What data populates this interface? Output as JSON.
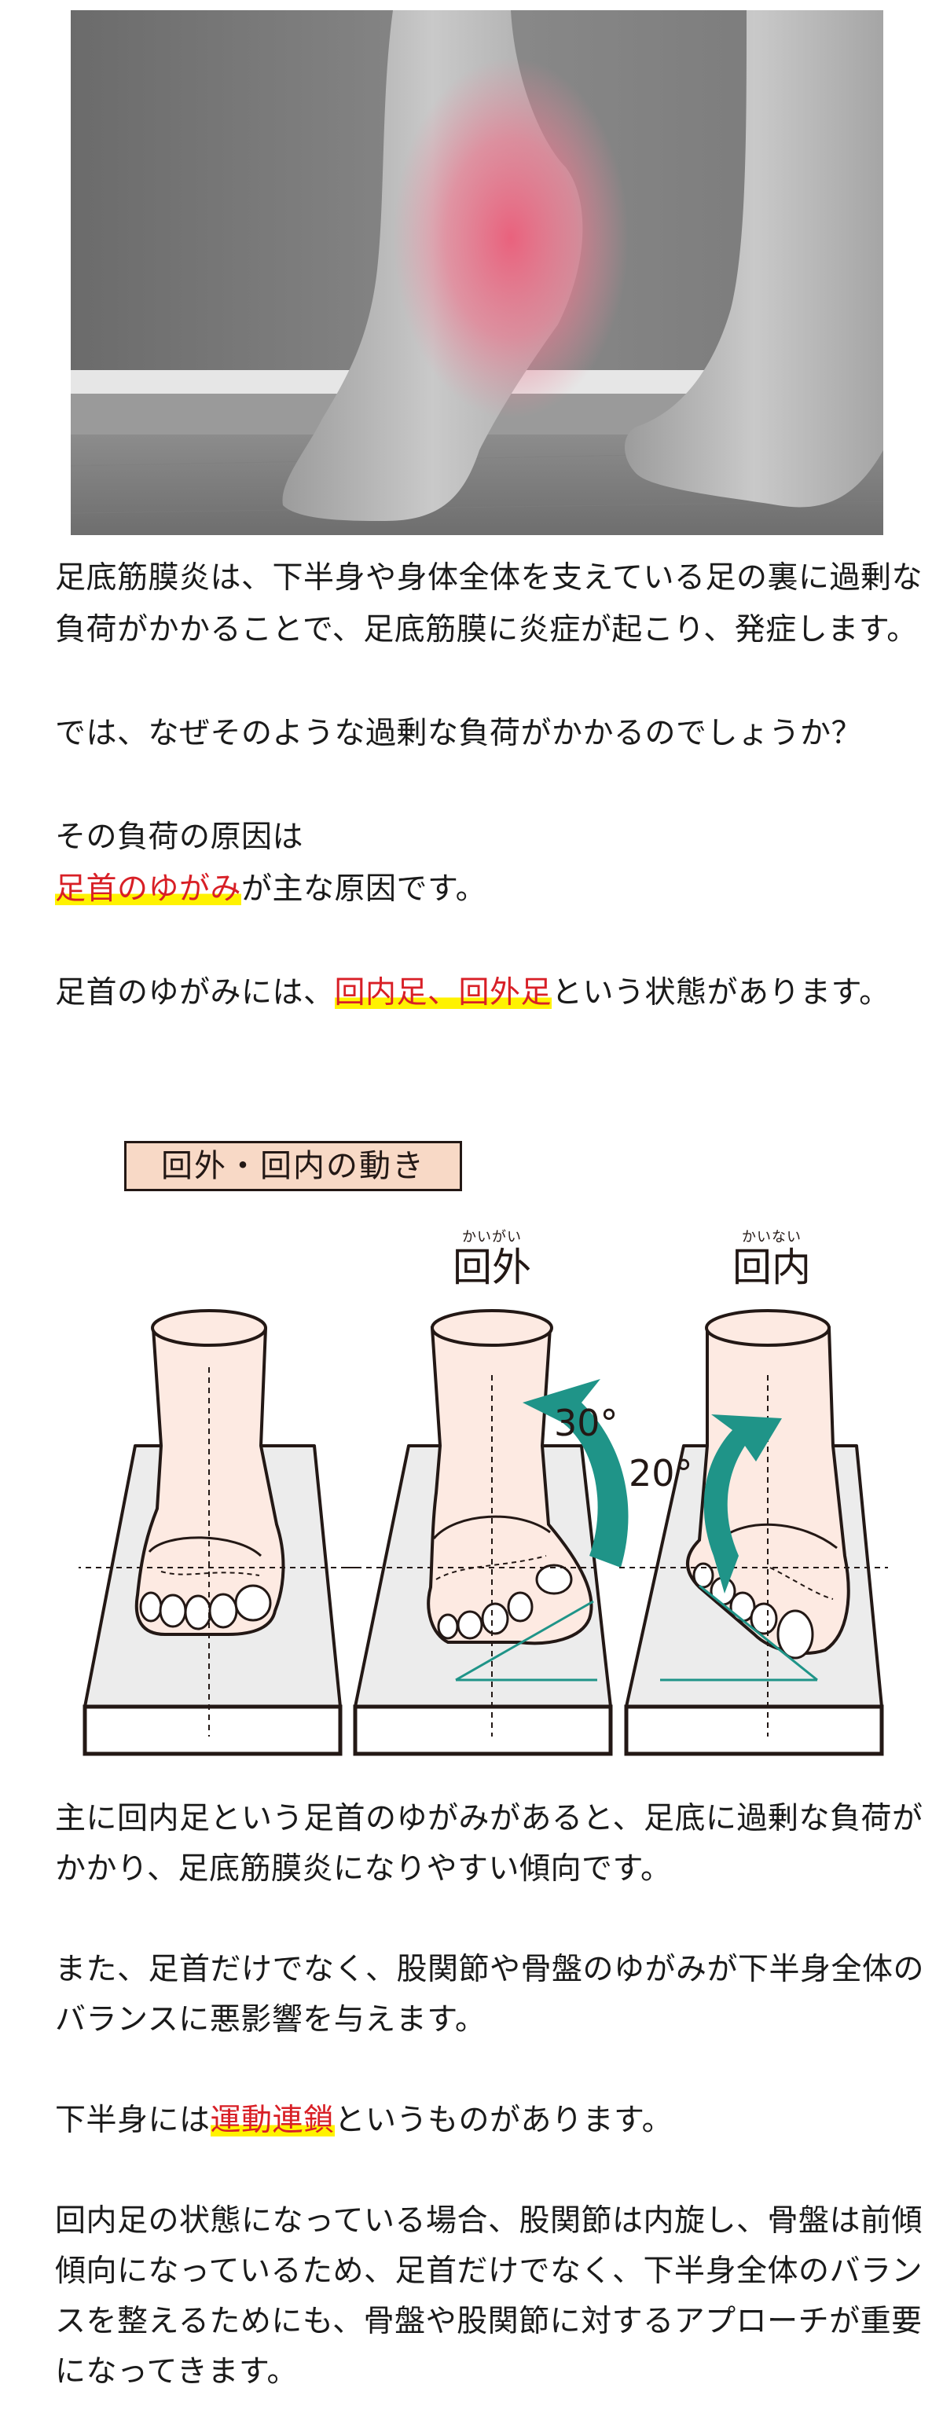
{
  "photo": {
    "alt": "Black and white photo of bare feet standing on tiptoe on a wooden floor, heel and arch highlighted in red to indicate pain",
    "highlight_color": "#e8677f"
  },
  "intro": {
    "p1": "足底筋膜炎は、下半身や身体全体を支えている足の裏に過剰な負荷がかかることで、足底筋膜に炎症が起こり、発症します。",
    "p2": "では、なぜそのような過剰な負荷がかかるのでしょうか？",
    "p3_line1": "その負荷の原因は",
    "p3_highlight": "足首のゆがみ",
    "p3_rest": "が主な原因です。",
    "p4_before": "足首のゆがみには、",
    "p4_highlight": "回内足、回外足",
    "p4_after": "という状態があります。"
  },
  "diagram": {
    "title": "回外・回内の動き",
    "panels": [
      {
        "label": "",
        "ruby": ""
      },
      {
        "label": "回外",
        "ruby": "かいがい",
        "angle": "30°"
      },
      {
        "label": "回内",
        "ruby": "かいない",
        "angle": "20°"
      }
    ],
    "colors": {
      "skin": "#fdeae2",
      "base": "#ececec",
      "outline": "#231815",
      "arrow": "#1f9488",
      "title_fill": "#f8d9c6"
    }
  },
  "body": {
    "p5": "主に回内足という足首のゆがみがあると、足底に過剰な負荷がかかり、足底筋膜炎になりやすい傾向です。",
    "p6": "また、足首だけでなく、股関節や骨盤のゆがみが下半身全体のバランスに悪影響を与えます。",
    "p7_before": "下半身には",
    "p7_highlight": "運動連鎖",
    "p7_after": "というものがあります。",
    "p8": "回内足の状態になっている場合、股関節は内旋し、骨盤は前傾傾向になっているため、足首だけでなく、下半身全体のバランスを整えるためにも、骨盤や股関節に対するアプローチが重要になってきます。"
  },
  "colors": {
    "text": "#1a1a1a",
    "highlight_text": "#d81f26",
    "highlight_marker": "#fff200"
  }
}
